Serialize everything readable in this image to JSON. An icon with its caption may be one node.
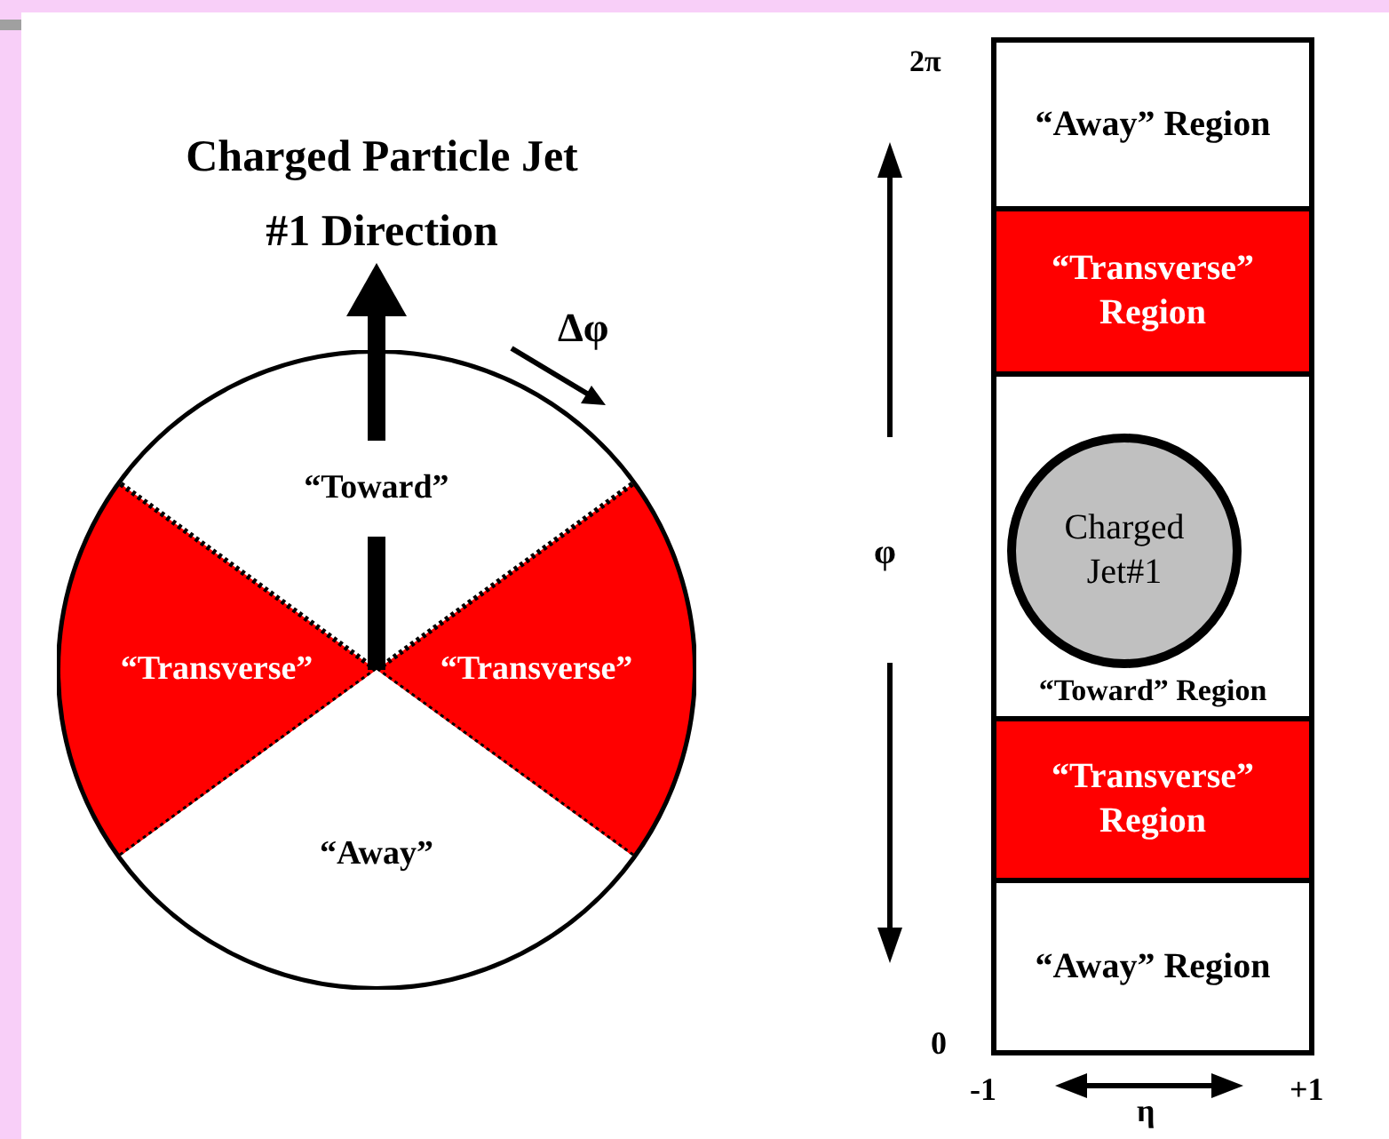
{
  "diagram": {
    "nodes": [
      {
        "text": [],
        "shape": "circle"
      },
      {
        "text": [
          "“Toward”"
        ],
        "in": 0
      },
      {
        "text": [
          "“Transverse”"
        ],
        "in": 0
      },
      {
        "text": [
          "“Transverse”"
        ],
        "in": 0
      },
      {
        "text": [
          "“Away”"
        ],
        "in": 0
      },
      {
        "text": [
          "“Away” Region"
        ]
      },
      {
        "text": [
          "“Transverse” Region"
        ]
      },
      {
        "text": [
          "“Toward” Region"
        ]
      },
      {
        "text": [
          "Charged Jet#1"
        ],
        "in": 7
      },
      {
        "text": [
          "“Transverse” Region"
        ]
      },
      {
        "text": [
          "“Away” Region"
        ]
      }
    ],
    "labels": [
      "Charged Particle Jet #1 Direction",
      "Δφ",
      "2π",
      "φ",
      "0",
      "-1",
      "η",
      "+1"
    ]
  }
}
